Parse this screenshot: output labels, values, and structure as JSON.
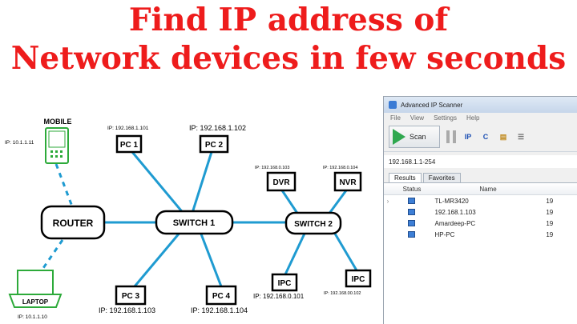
{
  "title": {
    "line1": "Find IP address of",
    "line2": "Network devices in few seconds"
  },
  "diagram": {
    "nodes": {
      "mobile": {
        "label": "MOBILE",
        "ip": "IP: 10.1.1.11"
      },
      "laptop": {
        "label": "LAPTOP",
        "ip": "IP: 10.1.1.10"
      },
      "router": {
        "label": "ROUTER"
      },
      "switch1": {
        "label": "SWITCH 1"
      },
      "switch2": {
        "label": "SWITCH 2"
      },
      "pc1": {
        "label": "PC 1",
        "ip": "IP: 192.168.1.101"
      },
      "pc2": {
        "label": "PC 2",
        "ip": "IP: 192.168.1.102"
      },
      "pc3": {
        "label": "PC 3",
        "ip": "IP: 192.168.1.103"
      },
      "pc4": {
        "label": "PC 4",
        "ip": "IP: 192.168.1.104"
      },
      "dvr": {
        "label": "DVR",
        "ip": "IP: 192.168.0.103"
      },
      "nvr": {
        "label": "NVR",
        "ip": "IP: 192.168.0.104"
      },
      "ipc1": {
        "label": "IPC",
        "ip": "IP: 192.168.0.101"
      },
      "ipc2": {
        "label": "IPC",
        "ip": "IP: 192.168.00.102"
      }
    },
    "colors": {
      "wired": "#1f9bd1",
      "wireless": "#1f9bd1",
      "device_green": "#2daa3a",
      "title_red": "#ee1c1c"
    }
  },
  "scanner": {
    "window_title": "Advanced IP Scanner",
    "menu": [
      "File",
      "View",
      "Settings",
      "Help"
    ],
    "scan_label": "Scan",
    "ip_range": "192.168.1.1-254",
    "tabs": [
      "Results",
      "Favorites"
    ],
    "columns": [
      "Status",
      "Name",
      ""
    ],
    "rows": [
      {
        "name": "TL-MR3420",
        "ip": "19"
      },
      {
        "name": "192.168.1.103",
        "ip": "19"
      },
      {
        "name": "Amardeep-PC",
        "ip": "19"
      },
      {
        "name": "HP-PC",
        "ip": "19"
      }
    ]
  }
}
